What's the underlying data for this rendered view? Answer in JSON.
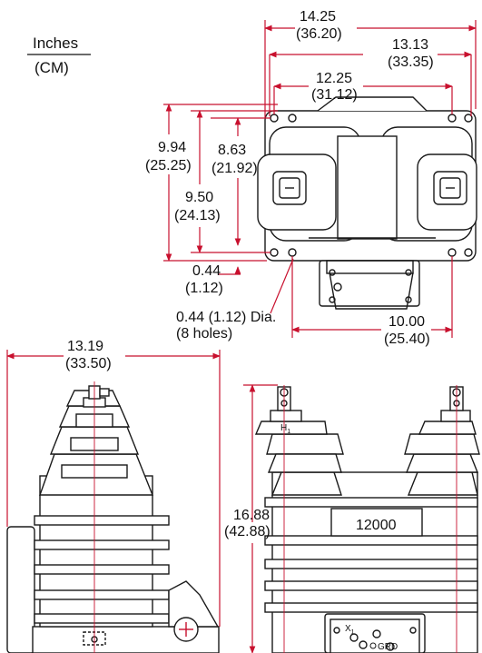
{
  "legend": {
    "top": "Inches",
    "bottom": "(CM)"
  },
  "colors": {
    "dimension": "#c8102e",
    "outline": "#1a1a1a",
    "body": "#ffffff"
  },
  "top_view": {
    "overall_width": {
      "inches": "14.25",
      "cm": "(36.20)"
    },
    "mount_width": {
      "inches": "13.13",
      "cm": "(33.35)"
    },
    "inner_width": {
      "inches": "12.25",
      "cm": "(31.12)"
    },
    "overall_depth": {
      "inches": "9.94",
      "cm": "(25.25)"
    },
    "inner_depth": {
      "inches": "8.63",
      "cm": "(21.92)"
    },
    "hole_depth": {
      "inches": "9.50",
      "cm": "(24.13)"
    },
    "edge_offset": {
      "inches": "0.44",
      "cm": "(1.12)"
    },
    "holes": {
      "line1": "0.44 (1.12) Dia.",
      "line2": "(8 holes)"
    },
    "hole_spacing": {
      "inches": "10.00",
      "cm": "(25.40)"
    }
  },
  "side_view": {
    "width": {
      "inches": "13.19",
      "cm": "(33.50)"
    }
  },
  "front_view": {
    "height": {
      "inches": "16.88",
      "cm": "(42.88)"
    },
    "rating_label": "12000",
    "primary_terminal": "H",
    "primary_terminal_sub": "1",
    "secondary_terminal": "X",
    "secondary_terminal_sub": "1",
    "ground_label": "GRD"
  }
}
